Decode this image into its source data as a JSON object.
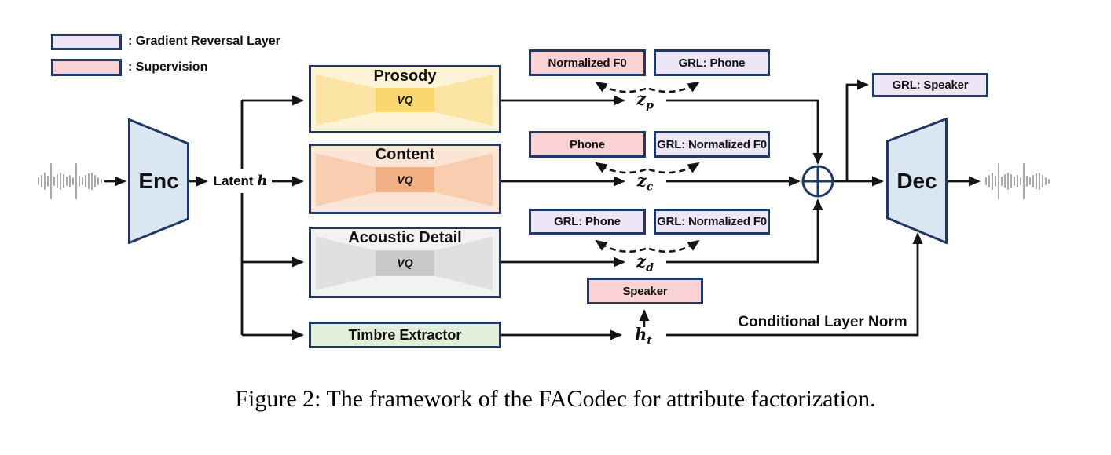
{
  "figure": {
    "caption": "Figure 2: The framework of the FACodec for attribute factorization."
  },
  "legend": {
    "grl_label": ": Gradient Reversal Layer",
    "supervision_label": ": Supervision"
  },
  "io": {
    "input_icon": "audio-waveform",
    "output_icon": "audio-waveform"
  },
  "encoder": {
    "label": "Enc"
  },
  "decoder": {
    "label": "Dec"
  },
  "latent": {
    "text": "Latent",
    "var": "h"
  },
  "quantizers": [
    {
      "title": "Prosody",
      "vq": "VQ",
      "z_var": "z",
      "z_sub": "p",
      "boxes": [
        {
          "label": "Normalized F0",
          "kind": "supervision"
        },
        {
          "label": "GRL: Phone",
          "kind": "grl"
        }
      ]
    },
    {
      "title": "Content",
      "vq": "VQ",
      "z_var": "z",
      "z_sub": "c",
      "boxes": [
        {
          "label": "Phone",
          "kind": "supervision"
        },
        {
          "label": "GRL: Normalized F0",
          "kind": "grl"
        }
      ]
    },
    {
      "title": "Acoustic Detail",
      "vq": "VQ",
      "z_var": "z",
      "z_sub": "d",
      "boxes": [
        {
          "label": "GRL: Phone",
          "kind": "grl"
        },
        {
          "label": "GRL: Normalized F0",
          "kind": "grl"
        }
      ]
    }
  ],
  "timbre": {
    "extractor_label": "Timbre Extractor",
    "h_var": "h",
    "h_sub": "t",
    "speaker_label": "Speaker",
    "cln_label": "Conditional Layer Norm"
  },
  "grl_speaker": {
    "label": "GRL: Speaker"
  },
  "colors": {
    "border_navy": "#1F3864",
    "line_black": "#141414",
    "grl_lavender": "#ECE6F7",
    "supervision_pink": "#FBD2D4",
    "encdec_blue": "#DAE7F3",
    "timbre_green": "#E2EFDA",
    "prosody_fills": [
      "#FDF3D6",
      "#FCE5A4",
      "#FBD76F"
    ],
    "content_fills": [
      "#FBE5D6",
      "#F8CDB0",
      "#F1B184"
    ],
    "acoustic_fills": [
      "#F2F2F2",
      "#E0E0E0",
      "#C9C9C9"
    ],
    "waveform_gray": "#A8A8A8"
  }
}
